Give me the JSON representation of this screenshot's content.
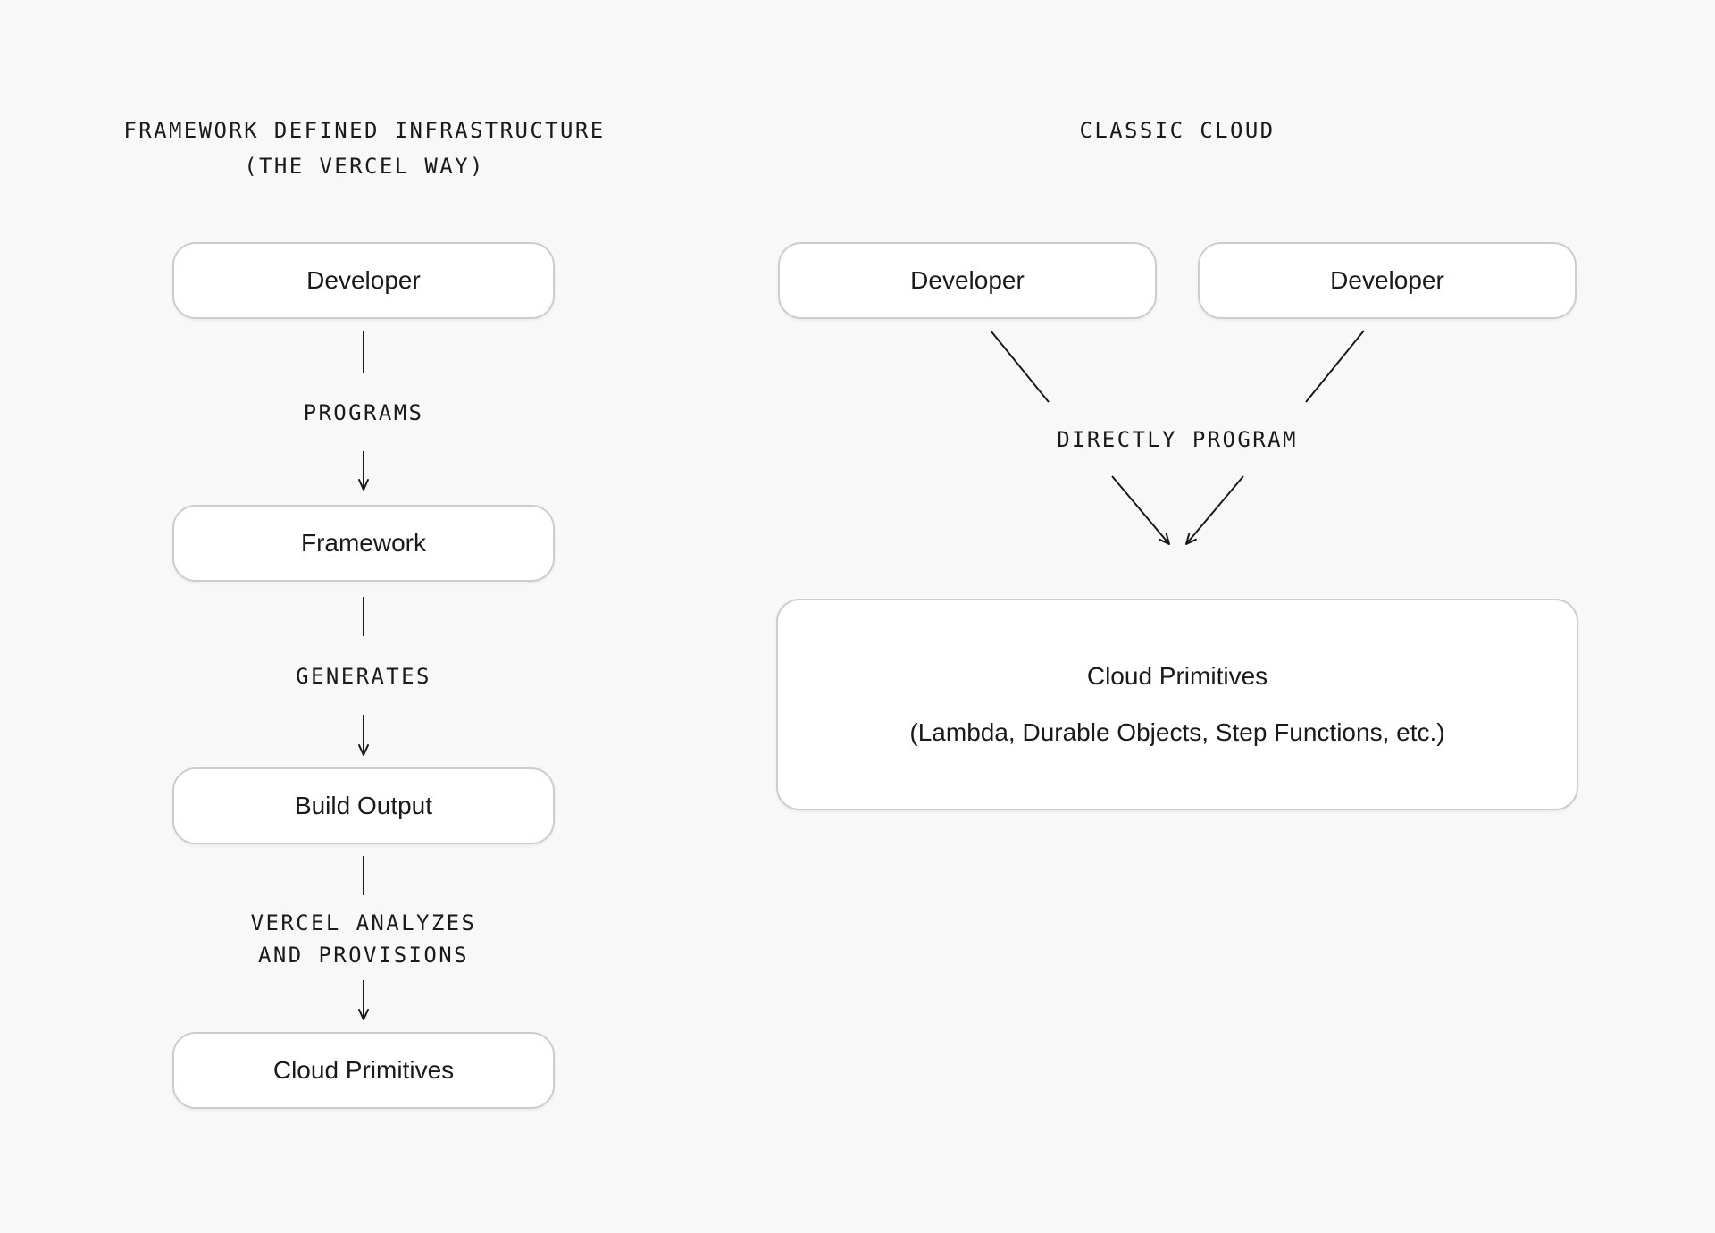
{
  "colors": {
    "background": "#f8f8f8",
    "node_fill": "#ffffff",
    "node_border": "#cdcdcd",
    "text": "#1a1a1a",
    "connector": "#1a1a1a"
  },
  "left": {
    "title_line1": "FRAMEWORK DEFINED INFRASTRUCTURE",
    "title_line2": "(THE VERCEL WAY)",
    "nodes": {
      "developer": "Developer",
      "framework": "Framework",
      "build_output": "Build Output",
      "cloud_primitives": "Cloud Primitives"
    },
    "edge_labels": {
      "programs": "PROGRAMS",
      "generates": "GENERATES",
      "provisions_line1": "VERCEL ANALYZES",
      "provisions_line2": "AND PROVISIONS"
    }
  },
  "right": {
    "title": "CLASSIC CLOUD",
    "nodes": {
      "developer_left": "Developer",
      "developer_right": "Developer",
      "cloud_primitives_title": "Cloud Primitives",
      "cloud_primitives_subtitle": "(Lambda, Durable Objects, Step Functions, etc.)"
    },
    "edge_labels": {
      "directly_program": "DIRECTLY PROGRAM"
    }
  }
}
